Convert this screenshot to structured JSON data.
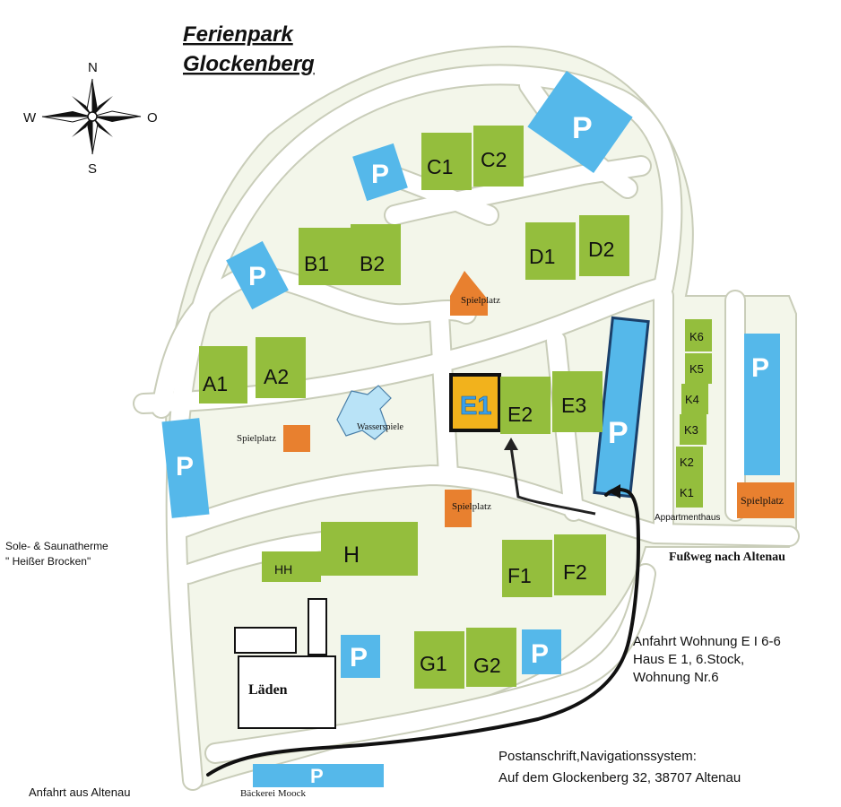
{
  "title": {
    "line1": "Ferienpark",
    "line2": "Glockenberg"
  },
  "compass": {
    "n": "N",
    "s": "S",
    "w": "W",
    "o": "O"
  },
  "colors": {
    "building": "#94be3d",
    "parking": "#55b8ea",
    "playground": "#e8802f",
    "land": "#f3f6ea",
    "road": "#ffffff",
    "route": "#111111",
    "highlight": "#f2b21c"
  },
  "parking_label": "P",
  "buildings": {
    "a1": "A1",
    "a2": "A2",
    "b1": "B1",
    "b2": "B2",
    "c1": "C1",
    "c2": "C2",
    "d1": "D1",
    "d2": "D2",
    "e1": "E1",
    "e2": "E2",
    "e3": "E3",
    "f1": "F1",
    "f2": "F2",
    "g1": "G1",
    "g2": "G2",
    "h": "H",
    "hh": "HH",
    "k1": "K1",
    "k2": "K2",
    "k3": "K3",
    "k4": "K4",
    "k5": "K5",
    "k6": "K6"
  },
  "places": {
    "spielplatz": "Spielplatz",
    "wasserspiele": "Wasserspiele",
    "appartmenthaus": "Appartmenthaus",
    "laeden": "Läden",
    "baeckerei": "Bäckerei Moock"
  },
  "therme": {
    "line1": "Sole- & Saunatherme",
    "line2": "\" Heißer Brocken\""
  },
  "fussweg": "Fußweg nach Altenau",
  "anfahrt": {
    "line1": "Anfahrt Wohnung E I 6-6",
    "line2": "Haus E 1, 6.Stock,",
    "line3": "Wohnung Nr.6"
  },
  "post": {
    "line1": "Postanschrift,Navigationssystem:",
    "line2": "Auf dem Glockenberg 32, 38707 Altenau"
  },
  "anfahrt_altenau": "Anfahrt aus Altenau"
}
